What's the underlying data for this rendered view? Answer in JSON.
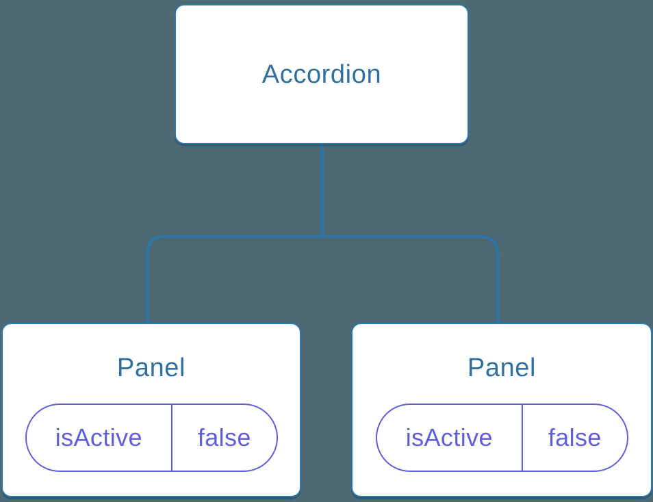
{
  "colors": {
    "background": "#4d6973",
    "connector_line": "#2e77a8",
    "node_border": "#2e77a8",
    "node_fill": "#ffffff",
    "node_label_text": "#31709d",
    "state_pill_accent": "#5f5fd6"
  },
  "tree": {
    "root": {
      "label": "Accordion"
    },
    "children": [
      {
        "label": "Panel",
        "state": {
          "name": "isActive",
          "value": "false"
        }
      },
      {
        "label": "Panel",
        "state": {
          "name": "isActive",
          "value": "false"
        }
      }
    ]
  }
}
